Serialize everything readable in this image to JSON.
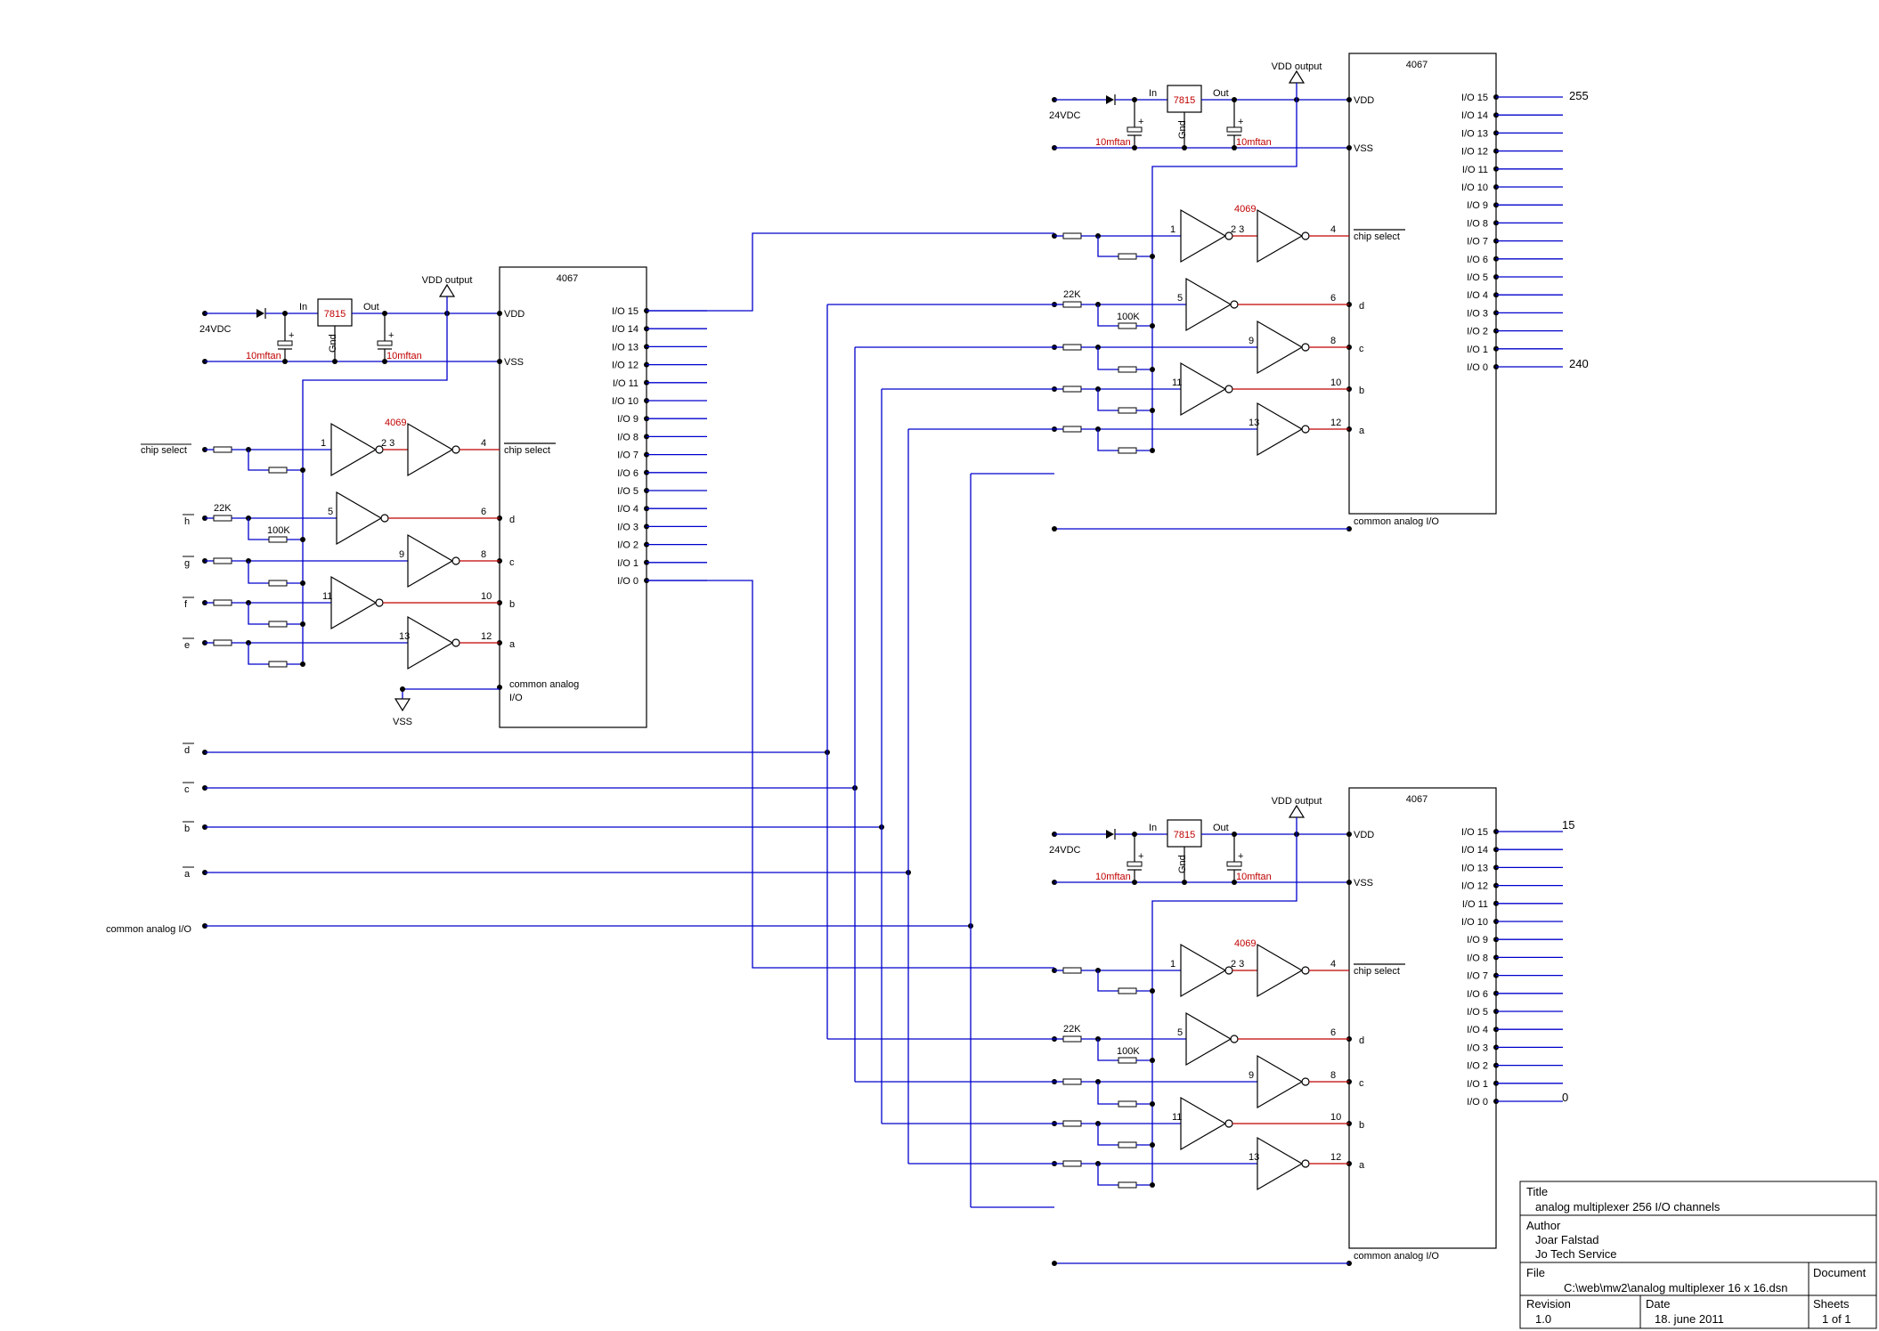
{
  "colors": {
    "wire": "#0000cc",
    "line": "#000000",
    "red": "#c00000",
    "background": "#ffffff"
  },
  "mux": {
    "chip": "4067",
    "vdd": "VDD",
    "vss": "VSS",
    "chip_select": "chip select",
    "abcd": [
      "d",
      "c",
      "b",
      "a"
    ],
    "common_lines": [
      "common analog",
      "I/O"
    ],
    "common_single": "common analog I/O",
    "io_pins": [
      "I/O 15",
      "I/O 14",
      "I/O 13",
      "I/O 12",
      "I/O 11",
      "I/O 10",
      "I/O 9",
      "I/O 8",
      "I/O 7",
      "I/O 6",
      "I/O 5",
      "I/O 4",
      "I/O 3",
      "I/O 2",
      "I/O 1",
      "I/O 0"
    ]
  },
  "psu": {
    "regulator": "7815",
    "in": "In",
    "out": "Out",
    "gnd": "Gnd",
    "cap": "10mftan",
    "plus": "+",
    "supply": "24VDC",
    "vdd_output": "VDD output"
  },
  "inverter": {
    "chip": "4069",
    "pins": [
      "1",
      "2",
      "3",
      "4",
      "5",
      "6",
      "9",
      "8",
      "11",
      "10",
      "13",
      "12"
    ]
  },
  "resistors": {
    "r22k": "22K",
    "r100k": "100K"
  },
  "left_inputs": {
    "chip_select": "chip select",
    "h": "h",
    "g": "g",
    "f": "f",
    "e": "e"
  },
  "ground_symbol": "VSS",
  "bus_inputs": [
    "d",
    "c",
    "b",
    "a",
    "common analog I/O"
  ],
  "outputs": {
    "top_first": "255",
    "top_last": "240",
    "bottom_first": "15",
    "bottom_last": "0"
  },
  "title_block": {
    "title_label": "Title",
    "title": "analog multiplexer 256 I/O channels",
    "author_label": "Author",
    "author": "Joar Falstad",
    "company": "Jo Tech Service",
    "file_label": "File",
    "file": "C:\\web\\mw2\\analog multiplexer 16 x 16.dsn",
    "document_label": "Document",
    "revision_label": "Revision",
    "revision": "1.0",
    "date_label": "Date",
    "date": "18. june 2011",
    "sheets_label": "Sheets",
    "sheets": "1 of 1"
  }
}
